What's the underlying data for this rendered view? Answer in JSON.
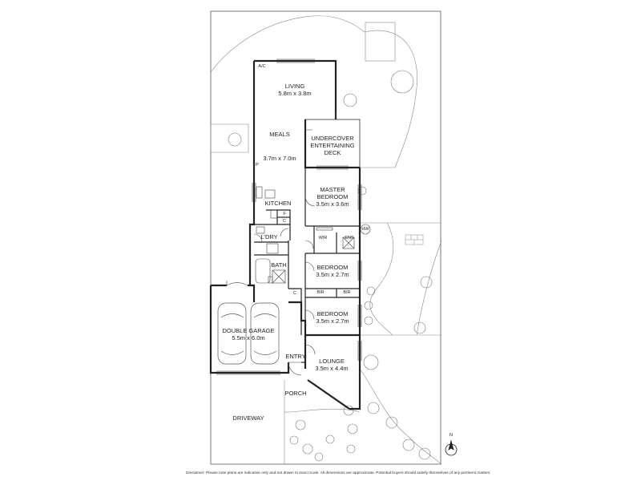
{
  "rooms": {
    "living": {
      "name": "LIVING",
      "size": "5.8m x 3.8m"
    },
    "ac": "A/C",
    "meals": {
      "name": "MEALS",
      "size": "3.7m x 7.0m"
    },
    "kitchen": "KITCHEN",
    "pantry": "P",
    "fridge": "F",
    "cupboard_laundry": "C",
    "laundry": "L'DRY",
    "bath": "BATH",
    "cupboard_hall": "C",
    "deck": {
      "line1": "UNDERCOVER",
      "line2": "ENTERTAINING",
      "line3": "DECK"
    },
    "master": {
      "line1": "MASTER",
      "line2": "BEDROOM",
      "size": "3.5m x 3.6m"
    },
    "wir": "WIR",
    "ens": "ENS",
    "hw": "HW",
    "bedroom2": {
      "name": "BEDROOM",
      "size": "3.5m x 2.7m"
    },
    "bir_left": "BIR",
    "bir_right": "BIR",
    "bedroom3": {
      "name": "BEDROOM",
      "size": "3.5m x 2.7m"
    },
    "garage": {
      "name": "DOUBLE GARAGE",
      "size": "5.5m x 6.0m"
    },
    "entry": "ENTRY",
    "lounge": {
      "name": "LOUNGE",
      "size": "3.5m x 4.4m"
    },
    "porch": "PORCH",
    "driveway": "DRIVEWAY"
  },
  "compass": "N",
  "disclaimer": "Disclaimer: Please note plans are indicative only and not drawn to exact scale. All dimensions are approximate. Potential buyers should satisfy themselves of any pertinent matters."
}
